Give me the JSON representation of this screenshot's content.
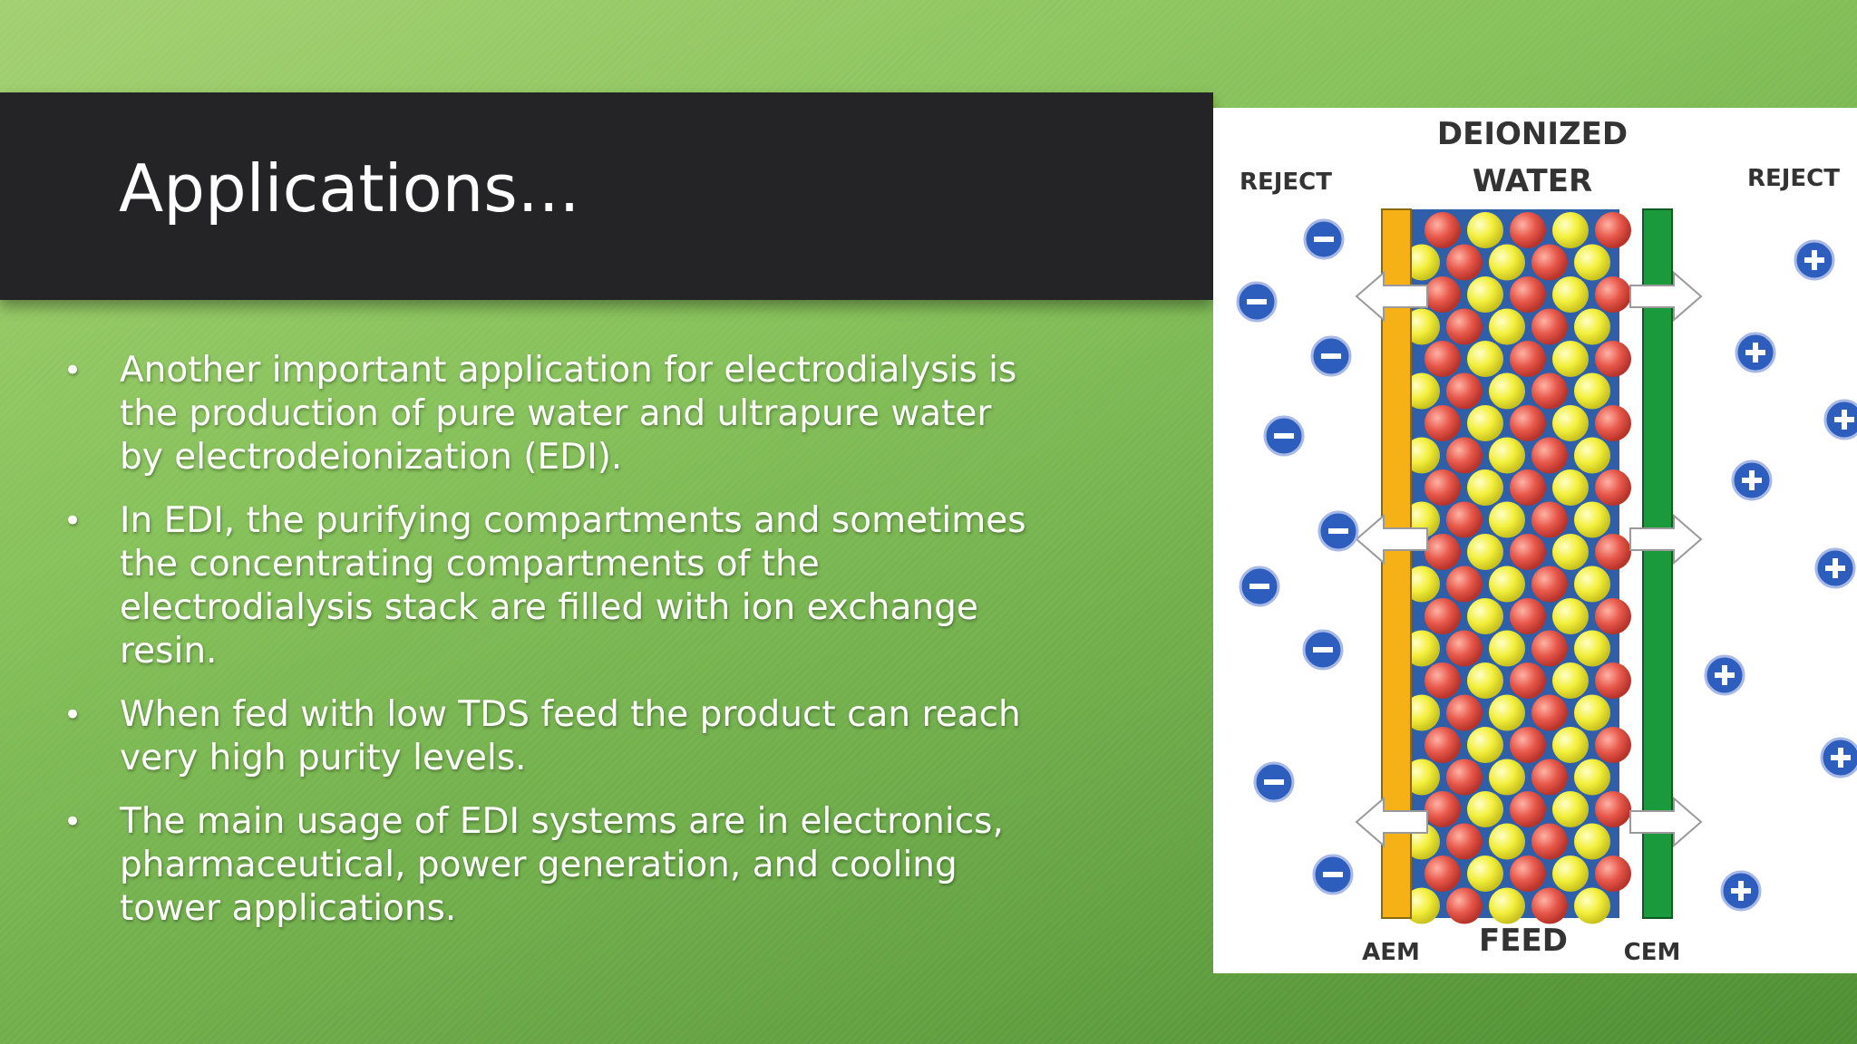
{
  "slide": {
    "title": "Applications...",
    "bullets": [
      "Another important application for electrodialysis is the production of pure water and ultrapure water by electrodeionization (EDI).",
      "In EDI, the purifying compartments and sometimes the concentrating compartments of the electrodialysis stack are filled with ion exchange resin.",
      "When fed with low TDS feed the product can reach very high purity levels.",
      "The main usage of EDI systems are in electronics, pharmaceutical, power generation, and cooling tower applications."
    ],
    "bullet_glyph": "•"
  },
  "diagram": {
    "label_top_1": "DEIONIZED",
    "label_top_2": "WATER",
    "label_reject_left": "REJECT",
    "label_reject_right": "REJECT",
    "label_feed": "FEED",
    "label_aem": "AEM",
    "label_cem": "CEM",
    "colors": {
      "aem": "#f5b116",
      "cem": "#1a9a3c",
      "resin_bg": "#2f5fa8",
      "bead_red": "#e7584a",
      "bead_yellow": "#f3ef3c",
      "anion": "#2d5dbd",
      "cation": "#2d5dbd"
    }
  }
}
